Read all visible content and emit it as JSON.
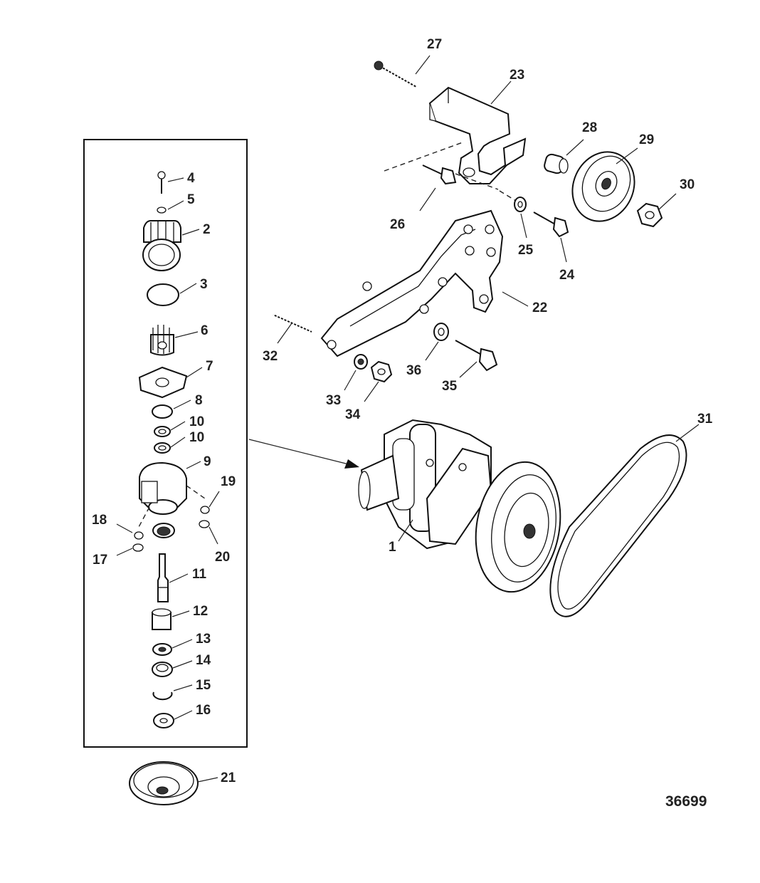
{
  "diagram": {
    "reference_number": "36699",
    "callouts": {
      "c1": "1",
      "c2": "2",
      "c3": "3",
      "c4": "4",
      "c5": "5",
      "c6": "6",
      "c7": "7",
      "c8": "8",
      "c9": "9",
      "c10a": "10",
      "c10b": "10",
      "c11": "11",
      "c12": "12",
      "c13": "13",
      "c14": "14",
      "c15": "15",
      "c16": "16",
      "c17": "17",
      "c18": "18",
      "c19": "19",
      "c20": "20",
      "c21": "21",
      "c22": "22",
      "c23": "23",
      "c24": "24",
      "c25": "25",
      "c26": "26",
      "c27": "27",
      "c28": "28",
      "c29": "29",
      "c30": "30",
      "c31": "31",
      "c32": "32",
      "c33": "33",
      "c34": "34",
      "c35": "35",
      "c36": "36"
    }
  }
}
